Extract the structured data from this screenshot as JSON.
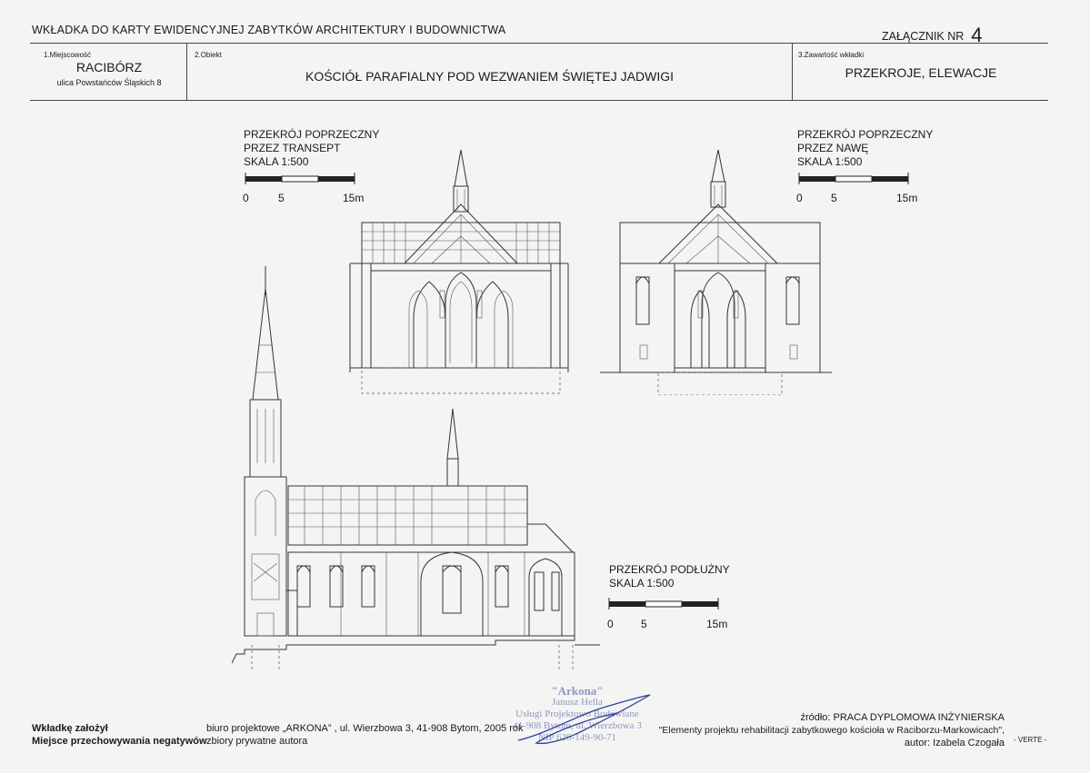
{
  "header": {
    "sheet_title": "WKŁADKA DO KARTY EWIDENCYJNEJ ZABYTKÓW ARCHITEKTURY I BUDOWNICTWA",
    "attachment_label": "ZAŁĄCZNIK NR",
    "attachment_number": "4"
  },
  "fields": {
    "locality_label": "1.Miejscowość",
    "locality": "RACIBÓRZ",
    "address": "ulica Powstańców Śląskich 8",
    "object_label": "2.Obiekt",
    "object": "KOŚCIÓŁ PARAFIALNY POD WEZWANIEM ŚWIĘTEJ JADWIGI",
    "content_label": "3.Zawartość wkładki",
    "content": "PRZEKROJE, ELEWACJE"
  },
  "drawings": {
    "transept": {
      "line1": "PRZEKRÓJ POPRZECZNY",
      "line2": "PRZEZ TRANSEPT",
      "scale": "SKALA 1:500"
    },
    "nave": {
      "line1": "PRZEKRÓJ POPRZECZNY",
      "line2": "PRZEZ NAWĘ",
      "scale": "SKALA 1:500"
    },
    "longitudinal": {
      "line1": "PRZEKRÓJ PODŁUŻNY",
      "scale": "SKALA 1:500"
    },
    "scale_ticks": [
      "0",
      "5",
      "15m"
    ]
  },
  "footer": {
    "founded_label": "Wkładkę założył",
    "founded_value": "biuro projektowe „ARKONA” , ul. Wierzbowa 3, 41-908 Bytom, 2005 rok",
    "negatives_label": "Miejsce przechowywania negatywów",
    "negatives_value": "zbiory prywatne autora",
    "source_label": "źródło:",
    "source_value": "PRACA DYPLOMOWA INŻYNIERSKA",
    "source_title": "\"Elementy projektu rehabilitacji zabytkowego kościoła w Raciborzu-Markowicach\",",
    "source_author": "autor: Izabela Czogała",
    "verte": "- VERTE -"
  },
  "stamp": {
    "line1": "\"Arkona\"",
    "line2": "Janusz Hella",
    "line3": "Usługi Projektowo Budowlane",
    "line4": "41-908 Bytom, ul. Wierzbowa 3",
    "line5": "NIP 626-149-90-71"
  }
}
